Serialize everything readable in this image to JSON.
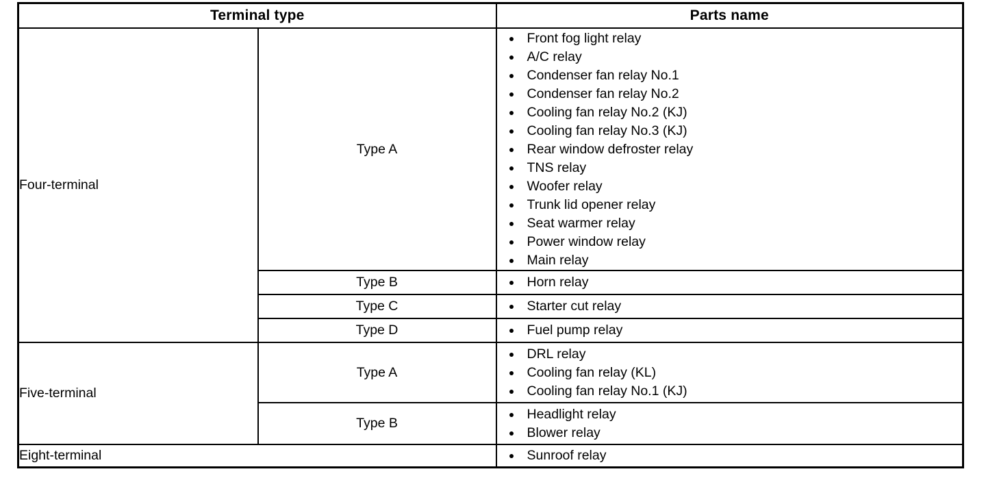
{
  "table": {
    "headers": {
      "terminal_type": "Terminal type",
      "parts_name": "Parts name"
    },
    "groups": [
      {
        "terminal": "Four-terminal",
        "rows": [
          {
            "type": "Type A",
            "parts": [
              "Front fog light relay",
              "A/C relay",
              "Condenser fan relay No.1",
              "Condenser fan relay No.2",
              "Cooling fan relay No.2 (KJ)",
              "Cooling fan relay No.3 (KJ)",
              "Rear window defroster relay",
              "TNS relay",
              "Woofer relay",
              "Trunk lid opener relay",
              "Seat warmer relay",
              "Power window relay",
              "Main relay"
            ]
          },
          {
            "type": "Type B",
            "parts": [
              "Horn relay"
            ]
          },
          {
            "type": "Type C",
            "parts": [
              "Starter cut relay"
            ]
          },
          {
            "type": "Type D",
            "parts": [
              "Fuel pump relay"
            ]
          }
        ]
      },
      {
        "terminal": "Five-terminal",
        "rows": [
          {
            "type": "Type A",
            "parts": [
              "DRL relay",
              "Cooling fan relay (KL)",
              "Cooling fan relay No.1 (KJ)"
            ]
          },
          {
            "type": "Type B",
            "parts": [
              "Headlight relay",
              "Blower relay"
            ]
          }
        ]
      },
      {
        "terminal": "Eight-terminal",
        "rows": [
          {
            "type": "",
            "parts": [
              "Sunroof relay"
            ]
          }
        ]
      }
    ]
  },
  "colors": {
    "border": "#000000",
    "text": "#000000",
    "background": "#ffffff"
  }
}
